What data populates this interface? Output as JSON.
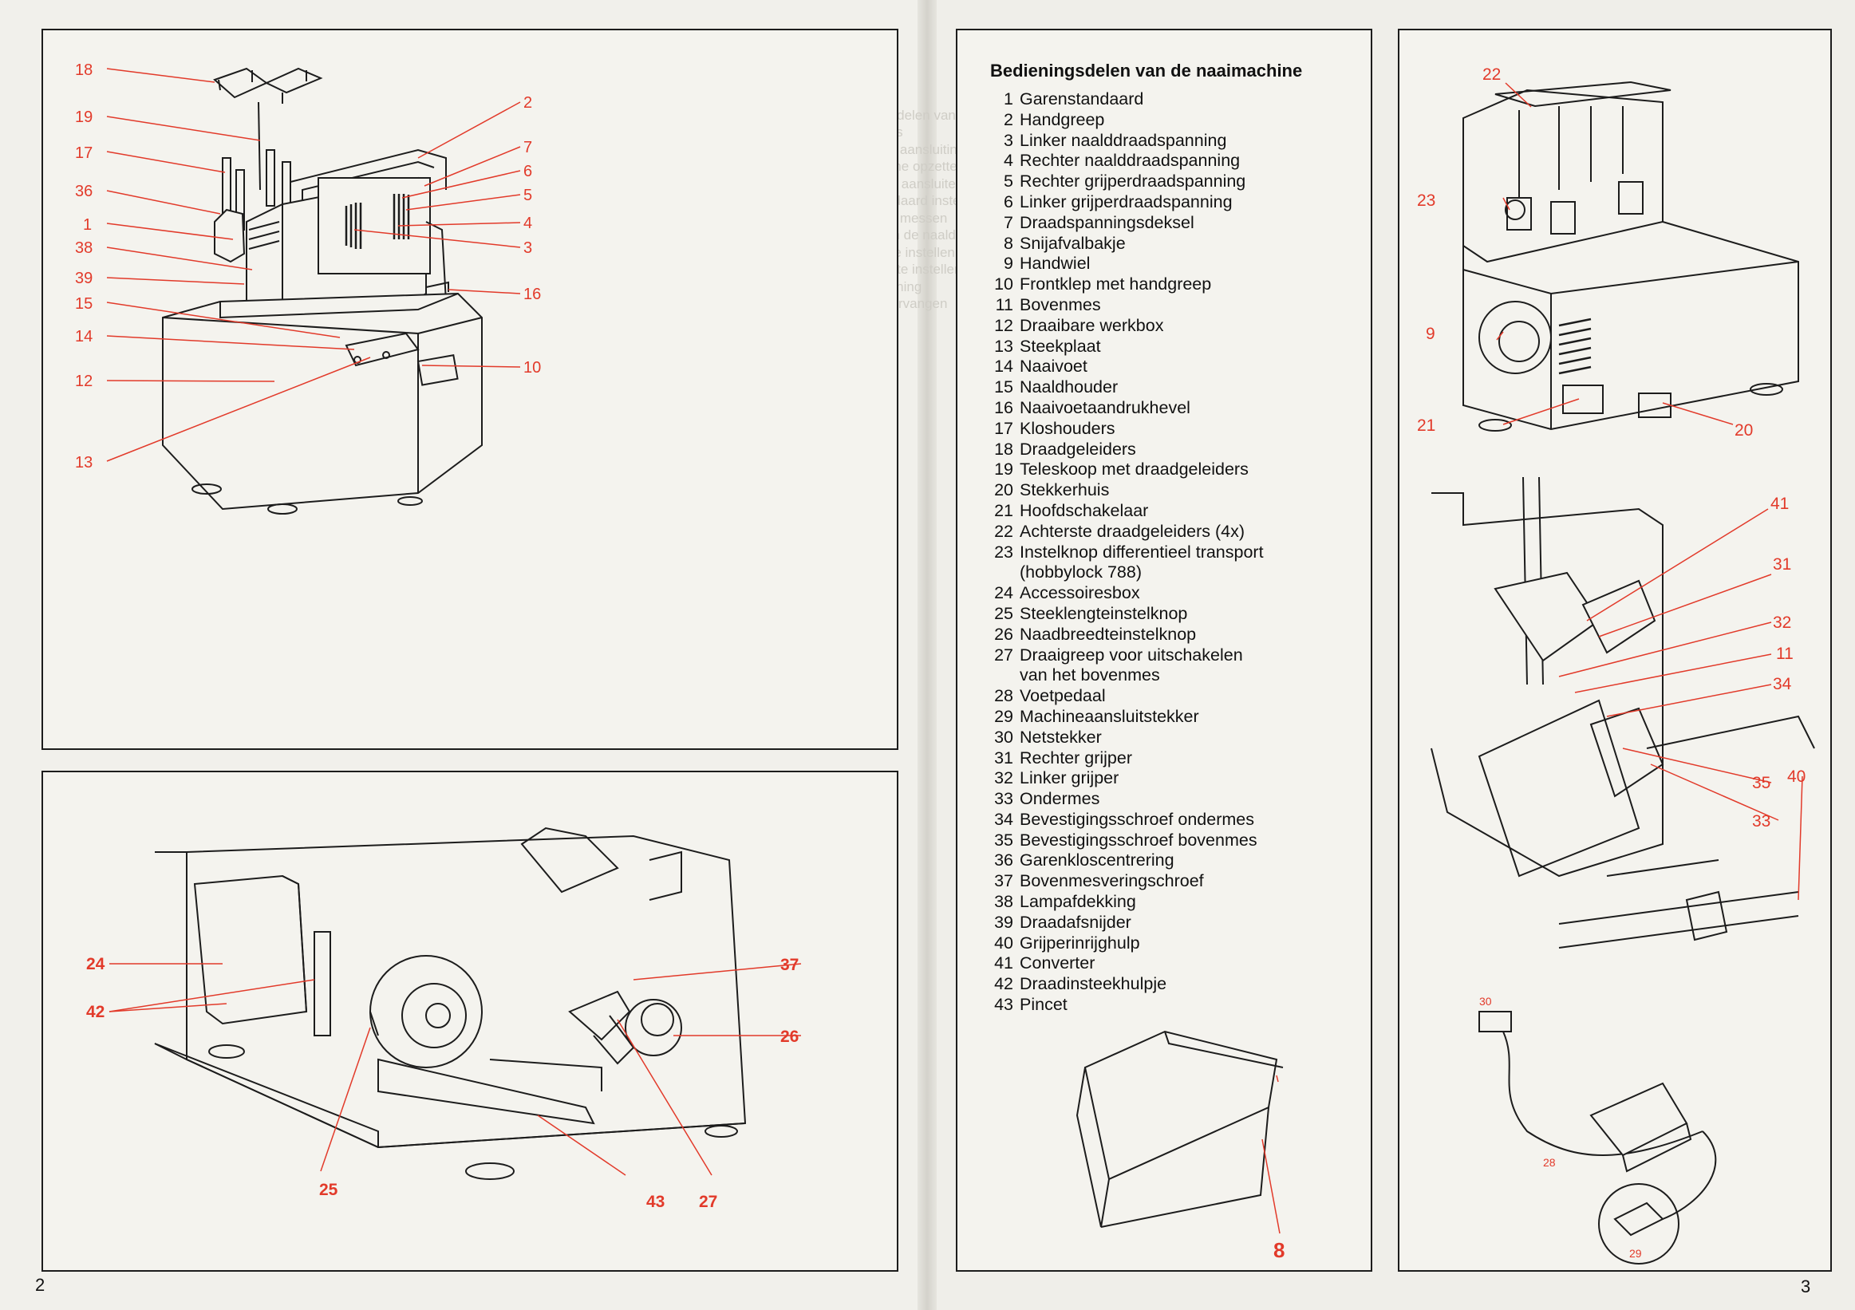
{
  "page_numbers": {
    "left": "2",
    "right": "3"
  },
  "parts_list": {
    "title": "Bedieningsdelen van de naaimachine",
    "items": [
      {
        "n": "1",
        "label": "Garenstandaard"
      },
      {
        "n": "2",
        "label": "Handgreep"
      },
      {
        "n": "3",
        "label": "Linker naalddraadspanning"
      },
      {
        "n": "4",
        "label": "Rechter naalddraadspanning"
      },
      {
        "n": "5",
        "label": "Rechter grijperdraadspanning"
      },
      {
        "n": "6",
        "label": "Linker grijperdraadspanning"
      },
      {
        "n": "7",
        "label": "Draadspanningsdeksel"
      },
      {
        "n": "8",
        "label": "Snijafvalbakje"
      },
      {
        "n": "9",
        "label": "Handwiel"
      },
      {
        "n": "10",
        "label": "Frontklep met handgreep"
      },
      {
        "n": "11",
        "label": "Bovenmes"
      },
      {
        "n": "12",
        "label": "Draaibare werkbox"
      },
      {
        "n": "13",
        "label": "Steekplaat"
      },
      {
        "n": "14",
        "label": "Naaivoet"
      },
      {
        "n": "15",
        "label": "Naaldhouder"
      },
      {
        "n": "16",
        "label": "Naaivoetaandrukhevel"
      },
      {
        "n": "17",
        "label": "Kloshouders"
      },
      {
        "n": "18",
        "label": "Draadgeleiders"
      },
      {
        "n": "19",
        "label": "Teleskoop met draadgeleiders"
      },
      {
        "n": "20",
        "label": "Stekkerhuis"
      },
      {
        "n": "21",
        "label": "Hoofdschakelaar"
      },
      {
        "n": "22",
        "label": "Achterste draadgeleiders (4x)"
      },
      {
        "n": "23",
        "label": "Instelknop differentieel transport",
        "cont": "(hobbylock 788)"
      },
      {
        "n": "24",
        "label": "Accessoiresbox"
      },
      {
        "n": "25",
        "label": "Steeklengteinstelknop"
      },
      {
        "n": "26",
        "label": "Naadbreedteinstelknop"
      },
      {
        "n": "27",
        "label": "Draaigreep voor uitschakelen",
        "cont": "van het bovenmes"
      },
      {
        "n": "28",
        "label": "Voetpedaal"
      },
      {
        "n": "29",
        "label": "Machineaansluitstekker"
      },
      {
        "n": "30",
        "label": "Netstekker"
      },
      {
        "n": "31",
        "label": "Rechter grijper"
      },
      {
        "n": "32",
        "label": "Linker grijper"
      },
      {
        "n": "33",
        "label": "Ondermes"
      },
      {
        "n": "34",
        "label": "Bevestigingsschroef ondermes"
      },
      {
        "n": "35",
        "label": "Bevestigingsschroef bovenmes"
      },
      {
        "n": "36",
        "label": "Garenkloscentrering"
      },
      {
        "n": "37",
        "label": "Bovenmesveringschroef"
      },
      {
        "n": "38",
        "label": "Lampafdekking"
      },
      {
        "n": "39",
        "label": "Draadafsnijder"
      },
      {
        "n": "40",
        "label": "Grijperinrijghulp"
      },
      {
        "n": "41",
        "label": "Converter"
      },
      {
        "n": "42",
        "label": "Draadinsteekhulpje"
      },
      {
        "n": "43",
        "label": "Pincet"
      }
    ]
  },
  "figure_main": {
    "callouts_left": [
      "18",
      "19",
      "17",
      "36",
      "1",
      "38",
      "39",
      "15",
      "14",
      "12",
      "13"
    ],
    "callouts_right": [
      "2",
      "7",
      "6",
      "5",
      "4",
      "3",
      "16",
      "10"
    ]
  },
  "figure_bottom": {
    "callouts": [
      "24",
      "42",
      "25",
      "43",
      "27",
      "26",
      "37"
    ]
  },
  "figure_tray": {
    "callout": "8"
  },
  "figure_rear": {
    "callouts": [
      "22",
      "23",
      "9",
      "21",
      "20"
    ]
  },
  "figure_loopers": {
    "callouts": [
      "41",
      "31",
      "32",
      "11",
      "34",
      "35",
      "40",
      "33"
    ]
  },
  "figure_pedal": {
    "callouts": [
      "30",
      "28",
      "29"
    ]
  },
  "colors": {
    "callout": "#e23a2a",
    "line_art": "#1c1c1c",
    "paper": "#f1f0eb"
  }
}
